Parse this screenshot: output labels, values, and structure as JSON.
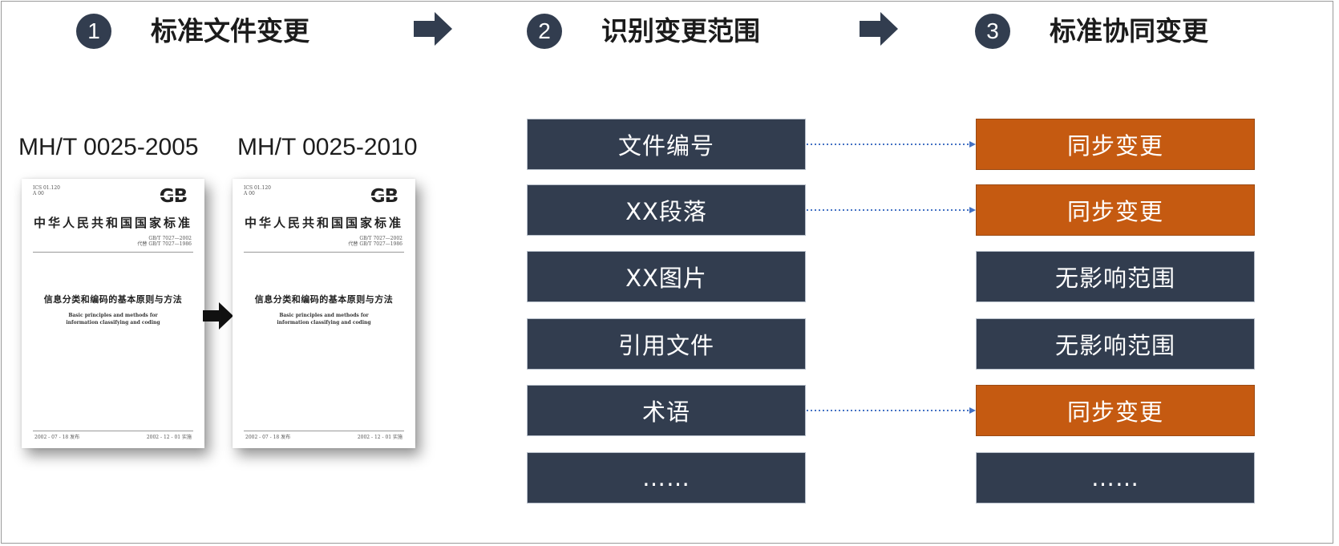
{
  "steps": [
    {
      "number": "1",
      "title": "标准文件变更"
    },
    {
      "number": "2",
      "title": "识别变更范围"
    },
    {
      "number": "3",
      "title": "标准协同变更"
    }
  ],
  "documents": [
    {
      "label": "MH/T 0025-2005",
      "header_code": "ICS 01.120\nA 00",
      "logo": "GB",
      "org": "中华人民共和国国家标准",
      "std_code": "GB/T 7027—2002\n代替 GB/T 7027—1986",
      "title_cn": "信息分类和编码的基本原则与方法",
      "title_en": "Basic principles and methods for information classifying and coding",
      "issue_date": "2002 - 07 - 18 发布",
      "effective_date": "2002 - 12 - 01 实施"
    },
    {
      "label": "MH/T 0025-2010",
      "header_code": "ICS 01.120\nA 00",
      "logo": "GB",
      "org": "中华人民共和国国家标准",
      "std_code": "GB/T 7027—2002\n代替 GB/T 7027—1986",
      "title_cn": "信息分类和编码的基本原则与方法",
      "title_en": "Basic principles and methods for information classifying and coding",
      "issue_date": "2002 - 07 - 18 发布",
      "effective_date": "2002 - 12 - 01 实施"
    }
  ],
  "scope_items": [
    "文件编号",
    "XX段落",
    "XX图片",
    "引用文件",
    "术语",
    "……"
  ],
  "result_items": [
    "同步变更",
    "同步变更",
    "无影响范围",
    "无影响范围",
    "同步变更",
    "……"
  ],
  "links": [
    {
      "from": 0,
      "to": 0
    },
    {
      "from": 1,
      "to": 1
    },
    {
      "from": 4,
      "to": 4
    }
  ],
  "colors": {
    "dark": "#323d4f",
    "orange": "#c55a11",
    "connector": "#4472c4"
  }
}
